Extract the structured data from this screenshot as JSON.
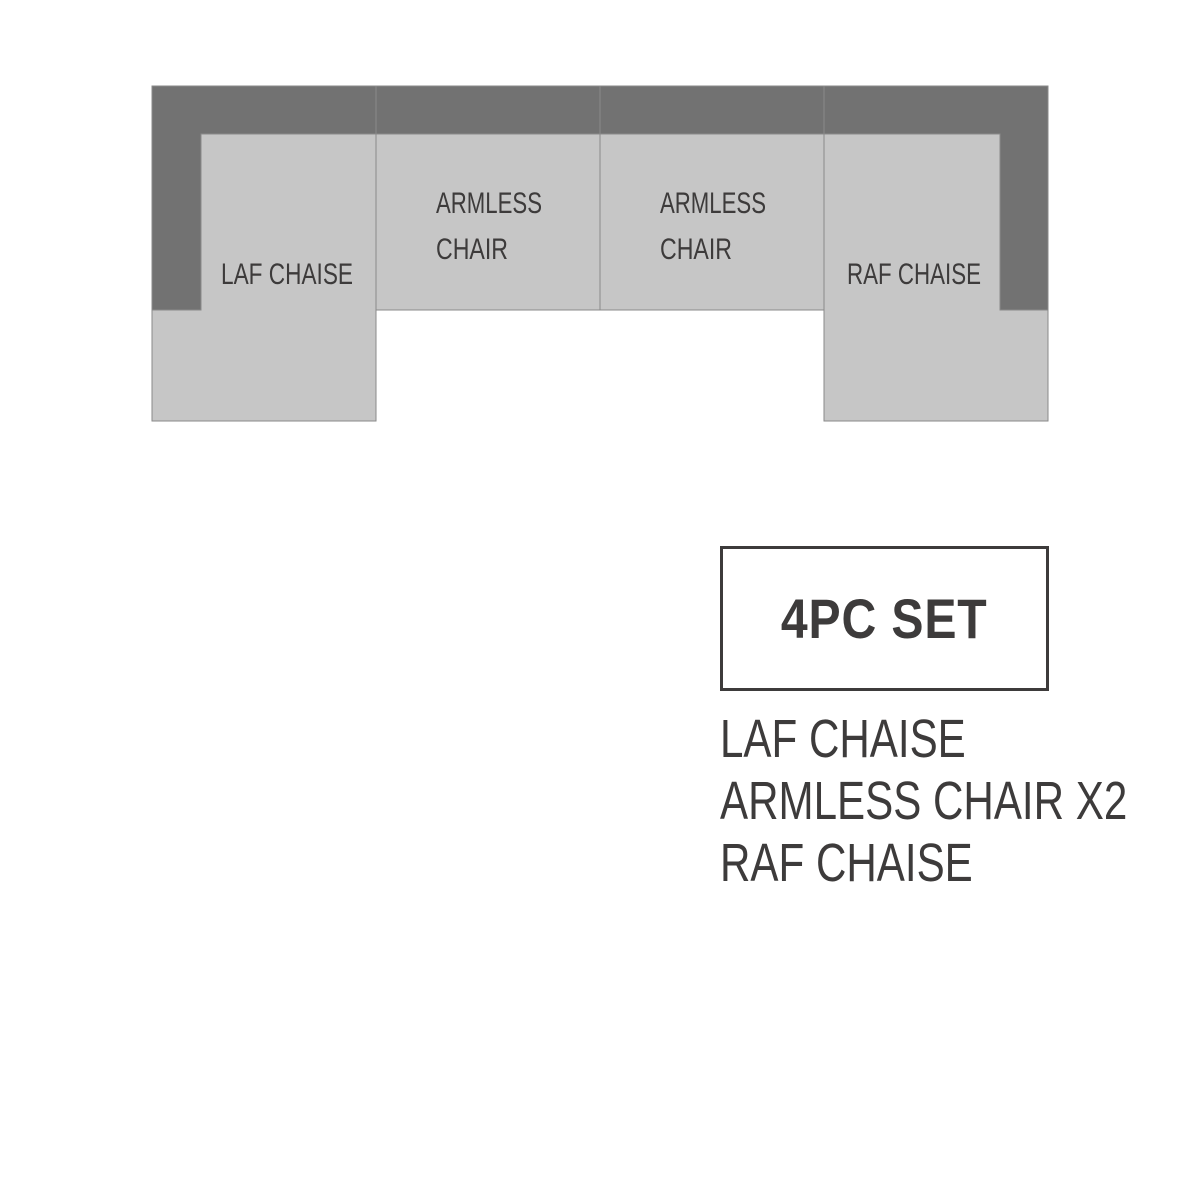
{
  "colors": {
    "frame": "#727272",
    "seat": "#c6c6c6",
    "outline": "#8a8a8a",
    "text": "#3d3b3b"
  },
  "pieces": {
    "laf_chaise": {
      "label": "LAF CHAISE"
    },
    "armless_chair_1": {
      "line1": "ARMLESS",
      "line2": "CHAIR"
    },
    "armless_chair_2": {
      "line1": "ARMLESS",
      "line2": "CHAIR"
    },
    "raf_chaise": {
      "label": "RAF CHAISE"
    }
  },
  "set": {
    "title": "4PC SET",
    "items": [
      "LAF CHAISE",
      "ARMLESS CHAIR X2",
      "RAF CHAISE"
    ]
  }
}
